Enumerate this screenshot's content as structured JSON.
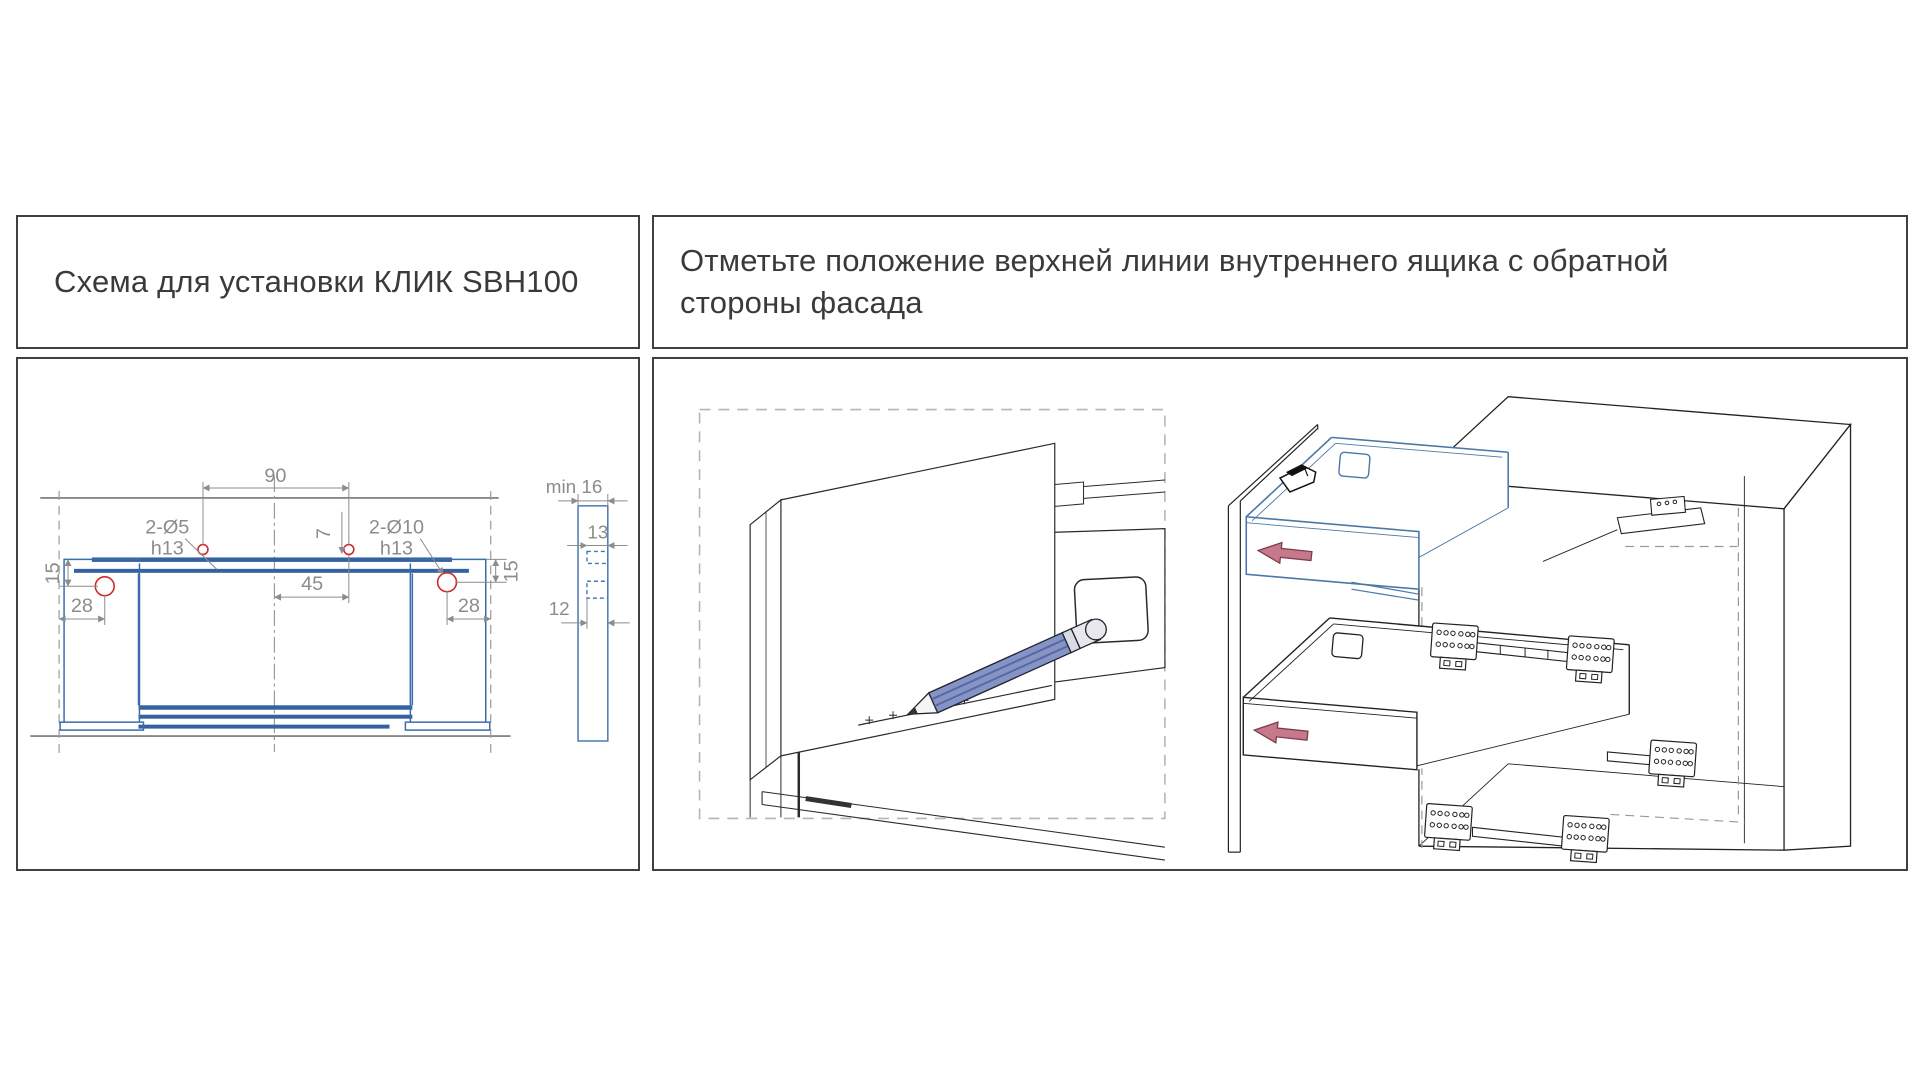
{
  "left_panel": {
    "title": "Схема для установки КЛИК SBH100",
    "drawing": {
      "dim_hole_spacing": "90",
      "dim_vertical_offset": "7",
      "dim_center_to_hole": "45",
      "label_holes_small_line1": "2-Ø5",
      "label_holes_small_line2": "h13",
      "label_holes_large_line1": "2-Ø10",
      "label_holes_large_line2": "h13",
      "dim_top_edge_left": "15",
      "dim_top_edge_right": "15",
      "dim_side_edge_left": "28",
      "dim_side_edge_right": "28"
    },
    "side_view": {
      "dim_panel_thickness": "min 16",
      "dim_hole_depth_upper": "13",
      "dim_hole_depth_lower": "12"
    }
  },
  "right_panel": {
    "title_line1": "Отметьте положение верхней линии внутреннего ящика с обратной",
    "title_line2": "стороны фасада"
  },
  "colors": {
    "drawing_blue": "#3a6cab",
    "drawer_highlight_blue": "#4b78a8",
    "pencil_blue": "#8494c6",
    "arrow_pink": "#c5798b",
    "hole_red": "#cc2b2b",
    "dimension_gray": "#8c8c8c",
    "panel_border": "#404040"
  }
}
